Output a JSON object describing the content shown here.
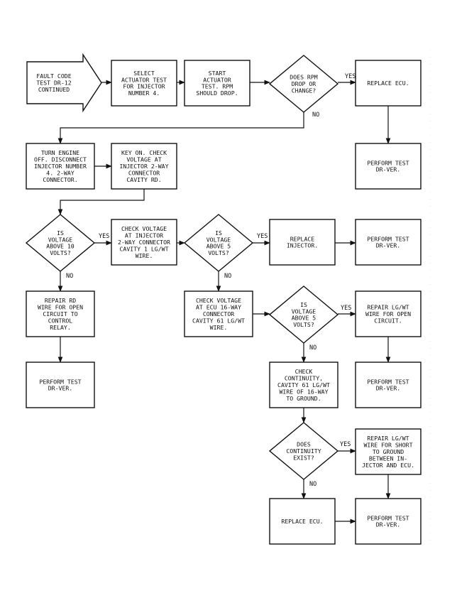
{
  "nodes": [
    {
      "id": "start",
      "shape": "pentagon",
      "lines": [
        "FAULT CODE",
        "TEST DR-12",
        "CONTINUED"
      ]
    },
    {
      "id": "select",
      "shape": "box",
      "lines": [
        "SELECT",
        "ACTUATOR TEST",
        "FOR INJECTOR",
        "NUMBER 4."
      ]
    },
    {
      "id": "start_test",
      "shape": "box",
      "lines": [
        "START",
        "ACTUATOR",
        "TEST. RPM",
        "SHOULD DROP."
      ]
    },
    {
      "id": "rpm_q",
      "shape": "diamond",
      "lines": [
        "DOES RPM",
        "DROP OR",
        "CHANGE?"
      ]
    },
    {
      "id": "replace_ecu1",
      "shape": "box",
      "lines": [
        "REPLACE ECU."
      ]
    },
    {
      "id": "perform_a",
      "shape": "box",
      "lines": [
        "PERFORM TEST",
        "DR-VER."
      ]
    },
    {
      "id": "turn_off",
      "shape": "box",
      "lines": [
        "TURN ENGINE",
        "OFF. DISCONNECT",
        "INJECTOR NUMBER",
        "4. 2-WAY",
        "CONNECTOR."
      ]
    },
    {
      "id": "key_on",
      "shape": "box",
      "lines": [
        "KEY ON. CHECK",
        "VOLTAGE AT",
        "INJECTOR 2-WAY",
        "CONNECTOR",
        "CAVITY RD."
      ]
    },
    {
      "id": "v10_q",
      "shape": "diamond",
      "lines": [
        "IS",
        "VOLTAGE",
        "ABOVE 10",
        "VOLTS?"
      ]
    },
    {
      "id": "check_inj",
      "shape": "box",
      "lines": [
        "CHECK VOLTAGE",
        "AT INJECTOR",
        "2-WAY CONNECTOR",
        "CAVITY 1 LG/WT",
        "WIRE."
      ]
    },
    {
      "id": "v5_q1",
      "shape": "diamond",
      "lines": [
        "IS",
        "VOLTAGE",
        "ABOVE 5",
        "VOLTS?"
      ]
    },
    {
      "id": "replace_inj",
      "shape": "box",
      "lines": [
        "REPLACE",
        "INJECTOR."
      ]
    },
    {
      "id": "perform_b",
      "shape": "box",
      "lines": [
        "PERFORM TEST",
        "DR-VER."
      ]
    },
    {
      "id": "repair_rd",
      "shape": "box",
      "lines": [
        "REPAIR RD",
        "WIRE FOR OPEN",
        "CIRCUIT TO",
        "CONTROL",
        "RELAY."
      ]
    },
    {
      "id": "perform_c",
      "shape": "box",
      "lines": [
        "PERFORM TEST",
        "DR-VER."
      ]
    },
    {
      "id": "check_ecu",
      "shape": "box",
      "lines": [
        "CHECK VOLTAGE",
        "AT ECU 16-WAY",
        "CONNECTOR",
        "CAVITY 61 LG/WT",
        "WIRE."
      ]
    },
    {
      "id": "v5_q2",
      "shape": "diamond",
      "lines": [
        "IS",
        "VOLTAGE",
        "ABOVE 5",
        "VOLTS?"
      ]
    },
    {
      "id": "repair_open",
      "shape": "box",
      "lines": [
        "REPAIR LG/WT",
        "WIRE FOR OPEN",
        "CIRCUIT."
      ]
    },
    {
      "id": "check_cont",
      "shape": "box",
      "lines": [
        "CHECK",
        "CONTINUITY,",
        "CAVITY 61 LG/WT",
        "WIRE OF 16-WAY",
        "TO GROUND."
      ]
    },
    {
      "id": "perform_d",
      "shape": "box",
      "lines": [
        "PERFORM TEST",
        "DR-VER."
      ]
    },
    {
      "id": "cont_q",
      "shape": "diamond",
      "lines": [
        "DOES",
        "CONTINUITY",
        "EXIST?"
      ]
    },
    {
      "id": "repair_short",
      "shape": "box",
      "lines": [
        "REPAIR LG/WT",
        "WIRE FOR SHORT",
        "TO GROUND",
        "BETWEEN IN-",
        "JECTOR AND ECU."
      ]
    },
    {
      "id": "replace_ecu2",
      "shape": "box",
      "lines": [
        "REPLACE ECU."
      ]
    },
    {
      "id": "perform_e",
      "shape": "box",
      "lines": [
        "PERFORM TEST",
        "DR-VER."
      ]
    }
  ],
  "edges": [
    {
      "from": "start",
      "to": "select",
      "label": ""
    },
    {
      "from": "select",
      "to": "start_test",
      "label": ""
    },
    {
      "from": "start_test",
      "to": "rpm_q",
      "label": ""
    },
    {
      "from": "rpm_q",
      "to": "replace_ecu1",
      "label": "YES"
    },
    {
      "from": "replace_ecu1",
      "to": "perform_a",
      "label": ""
    },
    {
      "from": "rpm_q",
      "to": "turn_off",
      "label": "NO"
    },
    {
      "from": "turn_off",
      "to": "key_on",
      "label": ""
    },
    {
      "from": "key_on",
      "to": "v10_q",
      "label": ""
    },
    {
      "from": "v10_q",
      "to": "check_inj",
      "label": "YES"
    },
    {
      "from": "check_inj",
      "to": "v5_q1",
      "label": ""
    },
    {
      "from": "v5_q1",
      "to": "replace_inj",
      "label": "YES"
    },
    {
      "from": "replace_inj",
      "to": "perform_b",
      "label": ""
    },
    {
      "from": "v10_q",
      "to": "repair_rd",
      "label": "NO"
    },
    {
      "from": "repair_rd",
      "to": "perform_c",
      "label": ""
    },
    {
      "from": "v5_q1",
      "to": "check_ecu",
      "label": "NO"
    },
    {
      "from": "check_ecu",
      "to": "v5_q2",
      "label": ""
    },
    {
      "from": "v5_q2",
      "to": "repair_open",
      "label": "YES"
    },
    {
      "from": "repair_open",
      "to": "perform_d",
      "label": ""
    },
    {
      "from": "v5_q2",
      "to": "check_cont",
      "label": "NO"
    },
    {
      "from": "check_cont",
      "to": "cont_q",
      "label": ""
    },
    {
      "from": "cont_q",
      "to": "repair_short",
      "label": "YES"
    },
    {
      "from": "cont_q",
      "to": "replace_ecu2",
      "label": "NO"
    },
    {
      "from": "repair_short",
      "to": "perform_e",
      "label": ""
    },
    {
      "from": "replace_ecu2",
      "to": "perform_e",
      "label": ""
    }
  ]
}
